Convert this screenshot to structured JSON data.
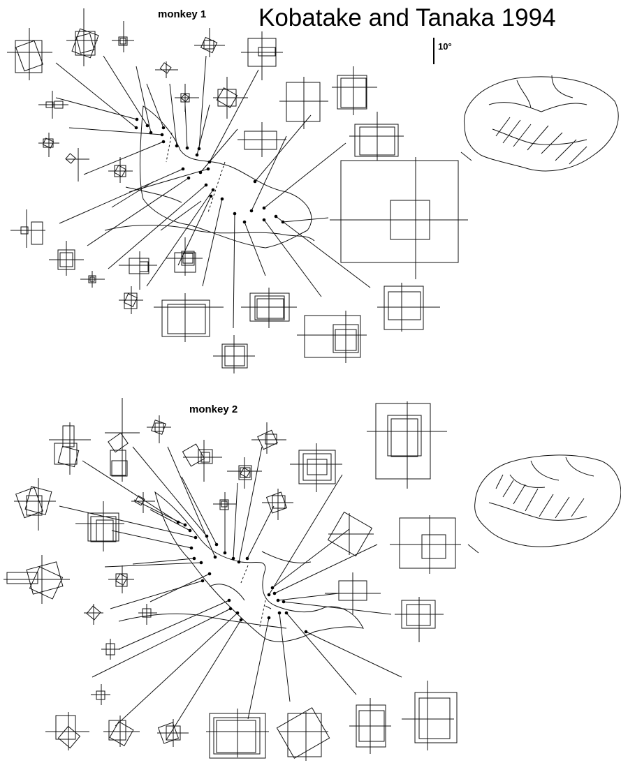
{
  "title": "Kobatake and Tanaka 1994",
  "panel1_label": "monkey 1",
  "panel2_label": "monkey 2",
  "scale_bar_label": "10°"
}
